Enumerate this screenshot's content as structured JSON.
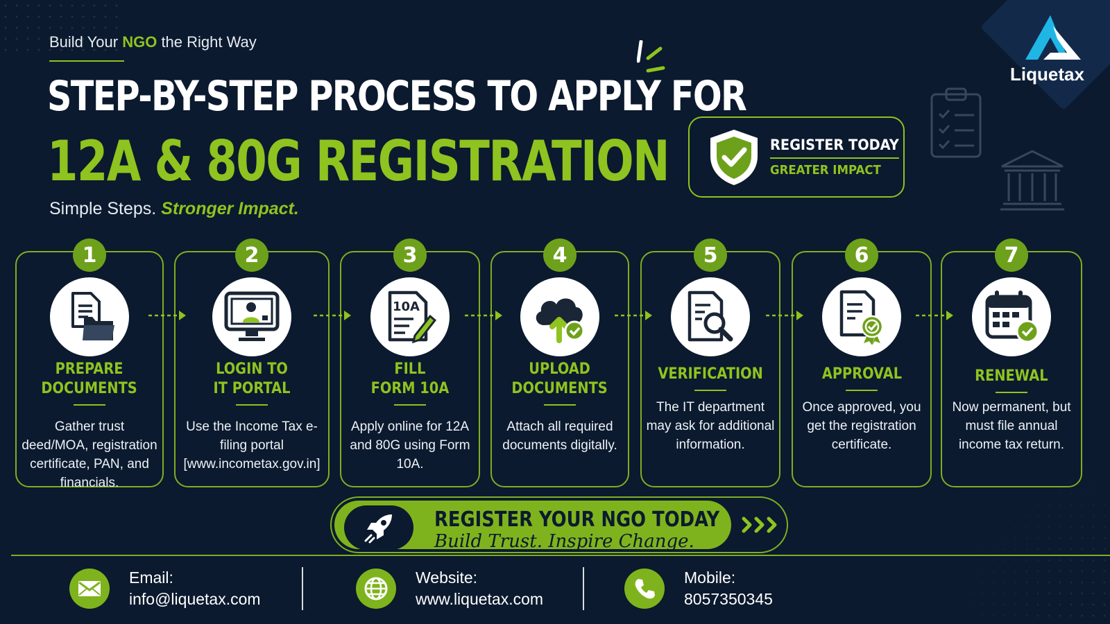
{
  "header": {
    "tagline_pre": "Build Your ",
    "tagline_highlight": "NGO",
    "tagline_post": " the Right Way",
    "title_line1": "STEP-BY-STEP PROCESS TO APPLY FOR",
    "title_line2": "12A & 80G REGISTRATION",
    "subtitle_plain": "Simple Steps. ",
    "subtitle_highlight": "Stronger Impact."
  },
  "badge": {
    "line1": "REGISTER TODAY",
    "line2": "GREATER IMPACT"
  },
  "logo": {
    "name": "Liquetax"
  },
  "steps": [
    {
      "number": "1",
      "title": "PREPARE\nDOCUMENTS",
      "description": "Gather trust deed/MOA, registration certificate, PAN, and financials.",
      "icon": "documents-folder-icon"
    },
    {
      "number": "2",
      "title": "LOGIN TO\nIT PORTAL",
      "description": "Use the Income Tax e-filing portal [www.incometax.gov.in]",
      "icon": "monitor-user-icon"
    },
    {
      "number": "3",
      "title": "FILL\nFORM 10A",
      "description": "Apply online for 12A and 80G using Form 10A.",
      "icon": "form-10a-icon",
      "icon_text": "10A"
    },
    {
      "number": "4",
      "title": "UPLOAD\nDOCUMENTS",
      "description": "Attach all required documents digitally.",
      "icon": "cloud-upload-icon"
    },
    {
      "number": "5",
      "title": "VERIFICATION",
      "description": "The IT department may ask for additional information.",
      "icon": "document-search-icon"
    },
    {
      "number": "6",
      "title": "APPROVAL",
      "description": "Once approved, you get the registration certificate.",
      "icon": "certificate-icon"
    },
    {
      "number": "7",
      "title": "RENEWAL",
      "description": "Now permanent, but must file annual income tax return.",
      "icon": "calendar-check-icon"
    }
  ],
  "cta": {
    "line1": "REGISTER YOUR NGO TODAY",
    "line2": "Build Trust. Inspire Change."
  },
  "contacts": {
    "email_label": "Email:",
    "email_value": "info@liquetax.com",
    "website_label": "Website:",
    "website_value": "www.liquetax.com",
    "mobile_label": "Mobile:",
    "mobile_value": "8057350345"
  },
  "colors": {
    "background": "#0b1a2e",
    "accent_green": "#8fc31f",
    "logo_cyan": "#1fb6e6"
  }
}
